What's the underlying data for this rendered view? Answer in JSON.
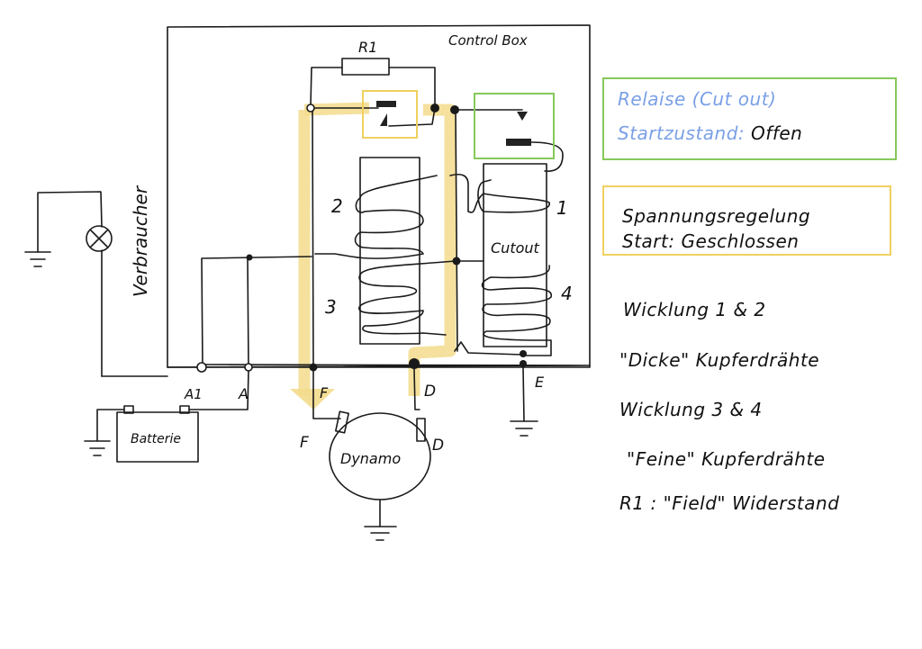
{
  "diagram": {
    "title": "Control Box",
    "labels": {
      "resistor": "R1",
      "coil_2": "2",
      "coil_3": "3",
      "coil_1": "1",
      "coil_4": "4",
      "cutout": "Cutout",
      "consumer": "Verbraucher",
      "terminal_a1": "A1",
      "terminal_a": "A",
      "terminal_f": "F",
      "terminal_d": "D",
      "terminal_e": "E",
      "dynamo_f": "F",
      "dynamo_d": "D",
      "battery": "Batterie",
      "dynamo": "Dynamo"
    },
    "colors": {
      "relay_box": "#86c95a",
      "regulator_box": "#f0d060",
      "highlight": "#f3dc8c",
      "relay_text": "#7aa0e6"
    }
  },
  "legend": {
    "relay_box": {
      "line1": "Relaise (Cut out)",
      "line2_label": "Startzustand:",
      "line2_value": "Offen"
    },
    "regulator_box": {
      "line1": "Spannungsregelung",
      "line2": "Start: Geschlossen"
    }
  },
  "notes": [
    "Wicklung 1 & 2",
    "\"Dicke\" Kupferdrähte",
    "Wicklung 3 & 4",
    "\"Feine\" Kupferdrähte",
    "R1 : \"Field\" Widerstand"
  ]
}
